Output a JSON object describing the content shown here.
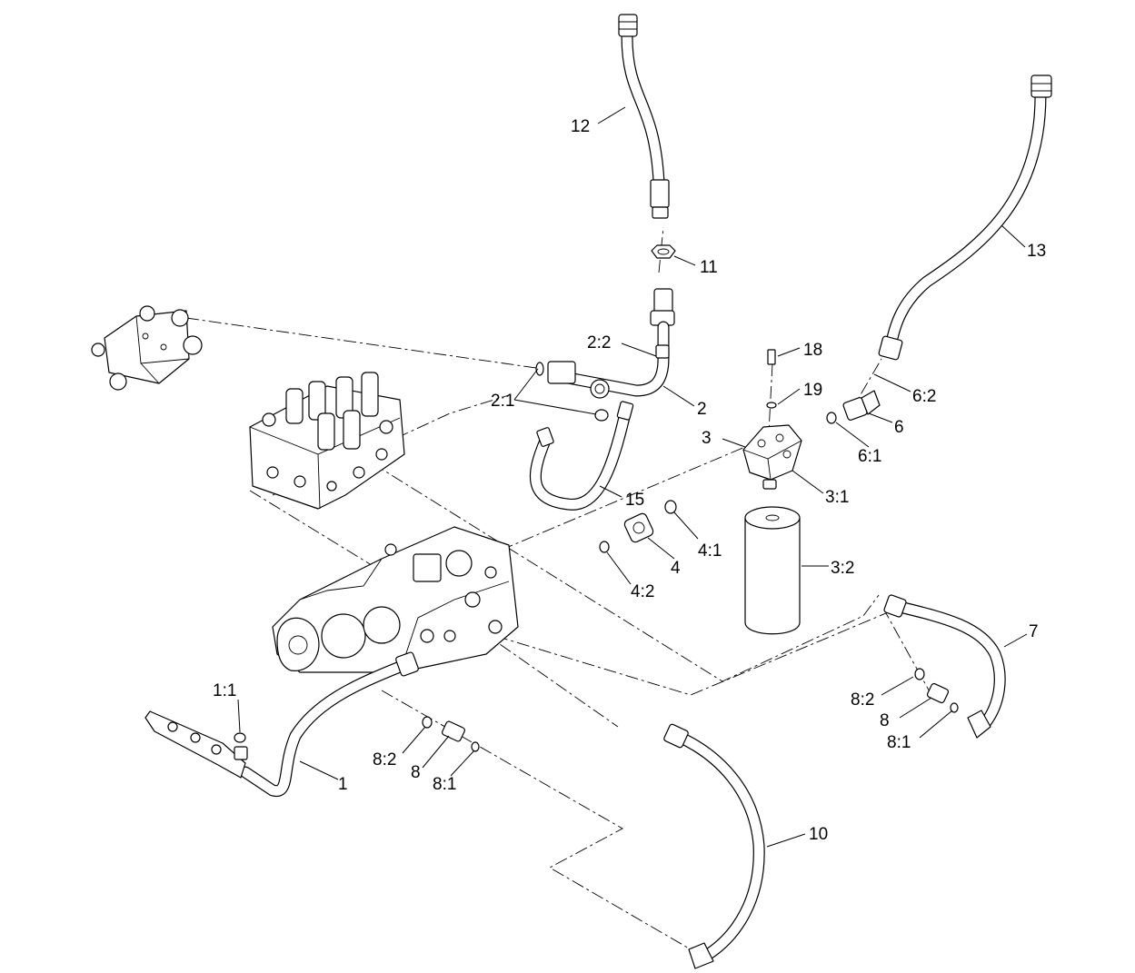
{
  "callouts": {
    "c1": "1",
    "c1_1": "1:1",
    "c2": "2",
    "c2_1": "2:1",
    "c2_2": "2:2",
    "c3": "3",
    "c3_1": "3:1",
    "c3_2": "3:2",
    "c4": "4",
    "c4_1": "4:1",
    "c4_2": "4:2",
    "c6": "6",
    "c6_1": "6:1",
    "c6_2": "6:2",
    "c7": "7",
    "c8_left": "8",
    "c8_1_left": "8:1",
    "c8_2_left": "8:2",
    "c8_right": "8",
    "c8_1_right": "8:1",
    "c8_2_right": "8:2",
    "c10": "10",
    "c11": "11",
    "c12": "12",
    "c13": "13",
    "c15": "15",
    "c18": "18",
    "c19": "19"
  }
}
